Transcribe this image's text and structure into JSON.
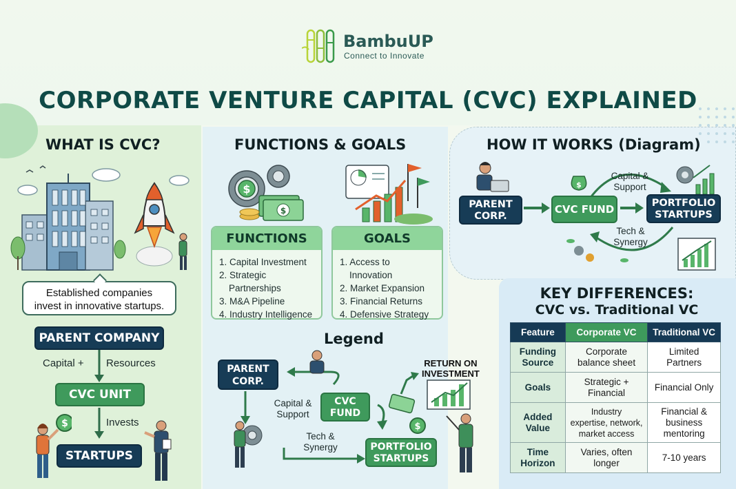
{
  "brand": {
    "name": "BambuUP",
    "tagline": "Connect to Innovate"
  },
  "title": "CORPORATE VENTURE CAPITAL (CVC) EXPLAINED",
  "what_is": {
    "heading": "WHAT IS CVC?",
    "callout_line1": "Established companies",
    "callout_line2": "invest in innovative startups.",
    "parent": "PARENT COMPANY",
    "capital_label": "Capital +",
    "resources_label": "Resources",
    "cvc_unit": "CVC UNIT",
    "invests_label": "Invests",
    "startups": "STARTUPS"
  },
  "functions_goals": {
    "heading": "FUNCTIONS & GOALS",
    "functions": {
      "title": "FUNCTIONS",
      "items": [
        "1. Capital Investment",
        "2. Strategic Partnerships",
        "3. M&A Pipeline",
        "4. Industry Intelligence"
      ]
    },
    "goals": {
      "title": "GOALS",
      "items": [
        "1. Access to Innovation",
        "2. Market Expansion",
        "3. Financial Returns",
        "4. Defensive Strategy"
      ]
    }
  },
  "how_it_works": {
    "heading": "HOW IT WORKS (Diagram)",
    "parent_l1": "PARENT",
    "parent_l2": "CORP.",
    "fund": "CVC FUND",
    "portfolio_l1": "PORTFOLIO",
    "portfolio_l2": "STARTUPS",
    "top_l1": "Capital &",
    "top_l2": "Support",
    "bot_l1": "Tech &",
    "bot_l2": "Synergy"
  },
  "legend": {
    "heading": "Legend",
    "parent_l1": "PARENT",
    "parent_l2": "CORP.",
    "fund_l1": "CVC",
    "fund_l2": "FUND",
    "portfolio_l1": "PORTFOLIO",
    "portfolio_l2": "STARTUPS",
    "cap_l1": "Capital &",
    "cap_l2": "Support",
    "tech_l1": "Tech &",
    "tech_l2": "Synergy",
    "roi_l1": "RETURN ON",
    "roi_l2": "INVESTMENT"
  },
  "key_differences": {
    "title_l1": "KEY DIFFERENCES:",
    "title_l2": "CVC vs. Traditional VC",
    "headers": [
      "Feature",
      "Corporate VC",
      "Traditional VC"
    ],
    "rows": [
      {
        "feature": [
          "Funding",
          "Source"
        ],
        "cvc": [
          "Corporate",
          "balance sheet"
        ],
        "vc": [
          "Limited",
          "Partners"
        ]
      },
      {
        "feature": [
          "Goals"
        ],
        "cvc": [
          "Strategic +",
          "Financial"
        ],
        "vc": [
          "Financial Only"
        ]
      },
      {
        "feature": [
          "Added",
          "Value"
        ],
        "cvc": [
          "Industry",
          "expertise, network,",
          "market access"
        ],
        "vc": [
          "Financial &",
          "business",
          "mentoring"
        ]
      },
      {
        "feature": [
          "Time",
          "Horizon"
        ],
        "cvc": [
          "Varies, often",
          "longer"
        ],
        "vc": [
          "7-10 years"
        ]
      }
    ]
  },
  "colors": {
    "navy": "#173c56",
    "green": "#3f9a5c",
    "light_green": "#8fd59b",
    "title": "#0f4a46"
  }
}
